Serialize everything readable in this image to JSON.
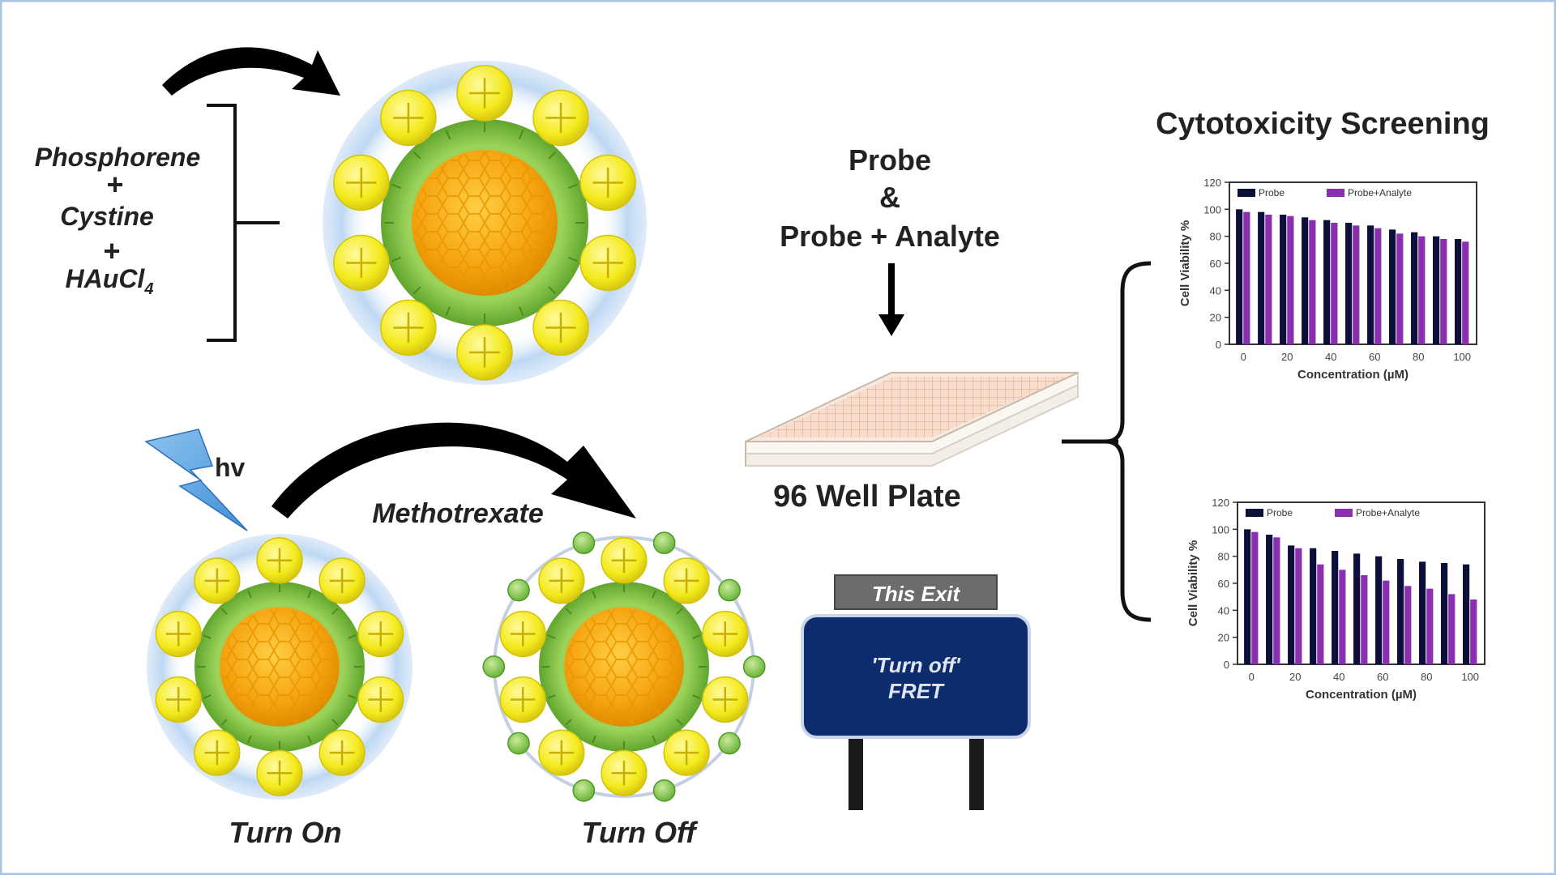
{
  "reactants": [
    "Phosphorene",
    "+",
    "Cystine",
    "+",
    "HAuCl"
  ],
  "reactant_subscript": "4",
  "irradiation": "hv",
  "analyte": "Methotrexate",
  "states": {
    "on": "Turn On",
    "off": "Turn Off"
  },
  "assay": {
    "probe": "Probe",
    "and": "&",
    "probe_analyte": "Probe + Analyte",
    "plate": "96 Well Plate"
  },
  "sign": {
    "header": "This Exit",
    "line1": "'Turn off'",
    "line2": "FRET"
  },
  "screening_title": "Cytotoxicity Screening",
  "colors": {
    "gold_core": "#f5a20e",
    "green_shell": "#7dc242",
    "yellow_ligand": "#f4ea1c",
    "blue_halo": "#b6d3f2",
    "sign_blue": "#0d2c6e",
    "bar_dark": "#0b0f3a",
    "bar_purple": "#8a2fb0",
    "frame_border": "#a9c4e0"
  },
  "chart_data": [
    {
      "type": "bar",
      "title": "",
      "xlabel": "Concentration (µM)",
      "ylabel": "Cell Viability %",
      "ylim": [
        0,
        120
      ],
      "yticks": [
        "0",
        "20",
        "40",
        "60",
        "80",
        "100",
        "120"
      ],
      "xticks": [
        "0",
        "20",
        "40",
        "60",
        "80",
        "100"
      ],
      "categories": [
        "0",
        "10",
        "20",
        "30",
        "40",
        "50",
        "60",
        "70",
        "80",
        "90",
        "100"
      ],
      "series": [
        {
          "name": "Probe",
          "values": [
            100,
            98,
            96,
            94,
            92,
            90,
            88,
            85,
            83,
            80,
            78
          ]
        },
        {
          "name": "Probe+Analyte",
          "values": [
            98,
            96,
            95,
            92,
            90,
            88,
            86,
            82,
            80,
            78,
            76
          ]
        }
      ],
      "legend": "top"
    },
    {
      "type": "bar",
      "title": "",
      "xlabel": "Concentration (µM)",
      "ylabel": "Cell Viability %",
      "ylim": [
        0,
        120
      ],
      "yticks": [
        "0",
        "20",
        "40",
        "60",
        "80",
        "100",
        "120"
      ],
      "xticks": [
        "0",
        "20",
        "40",
        "60",
        "80",
        "100"
      ],
      "categories": [
        "0",
        "10",
        "20",
        "30",
        "40",
        "50",
        "60",
        "70",
        "80",
        "90",
        "100"
      ],
      "series": [
        {
          "name": "Probe",
          "values": [
            100,
            96,
            88,
            86,
            84,
            82,
            80,
            78,
            76,
            75,
            74
          ]
        },
        {
          "name": "Probe+Analyte",
          "values": [
            98,
            94,
            86,
            74,
            70,
            66,
            62,
            58,
            56,
            52,
            48
          ]
        }
      ],
      "legend": "top"
    }
  ]
}
